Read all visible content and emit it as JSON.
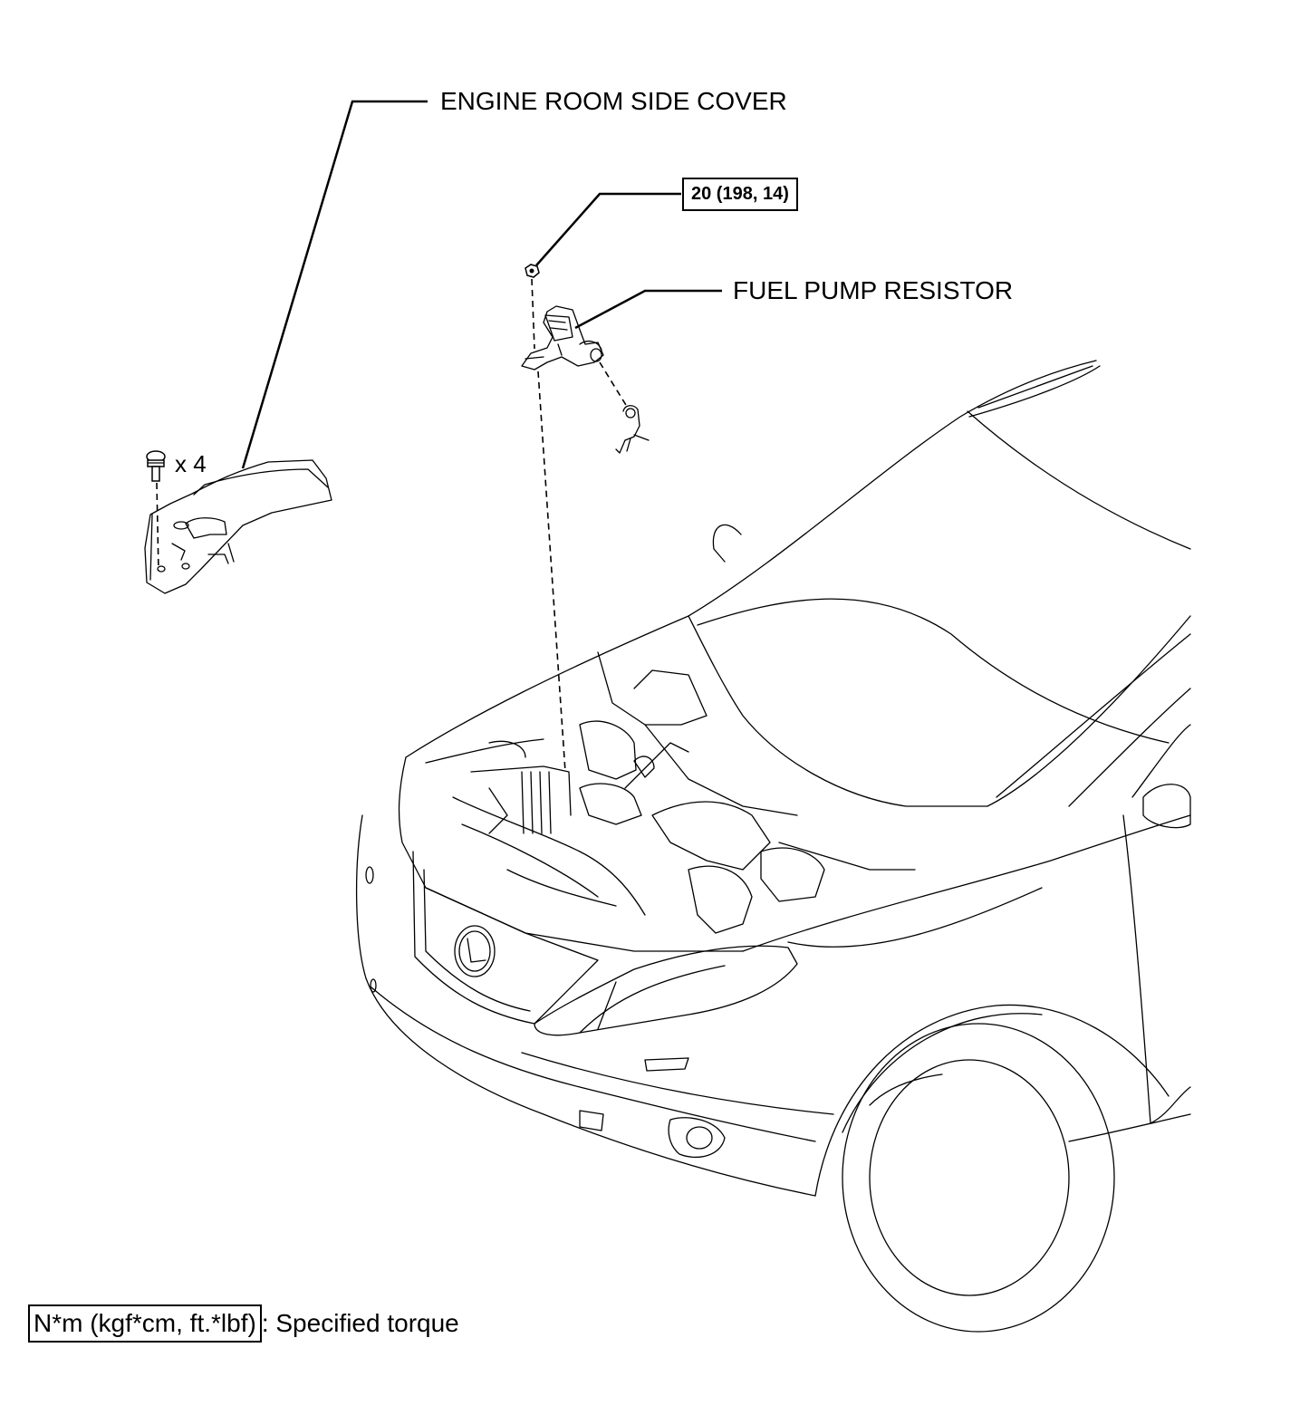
{
  "labels": {
    "engine_room_side_cover": "ENGINE ROOM SIDE COVER",
    "fuel_pump_resistor": "FUEL PUMP RESISTOR",
    "clip_quantity": "x 4",
    "torque_value": "20 (198, 14)"
  },
  "legend": {
    "unit_box": "N*m (kgf*cm, ft.*lbf)",
    "description": ": Specified torque"
  },
  "icons": [
    "clip-icon",
    "nut-icon",
    "engine-room-side-cover-part",
    "fuel-pump-resistor-part",
    "connector-part",
    "vehicle-front"
  ]
}
